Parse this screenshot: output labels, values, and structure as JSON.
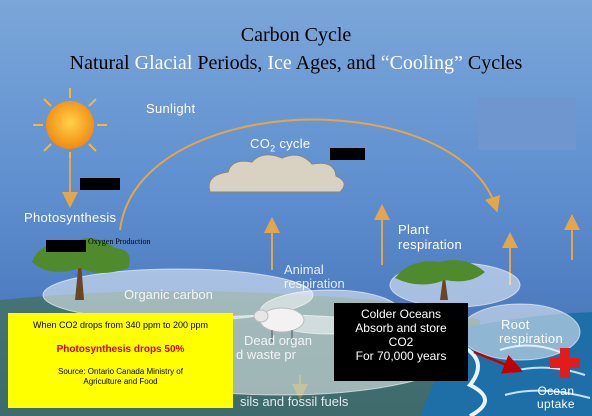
{
  "title": {
    "line1": "Carbon Cycle",
    "line2": [
      {
        "text": "Natural ",
        "highlight": false
      },
      {
        "text": "Glacial",
        "highlight": true
      },
      {
        "text": " Periods, ",
        "highlight": false
      },
      {
        "text": "Ice",
        "highlight": true
      },
      {
        "text": " Ages, and ",
        "highlight": false
      },
      {
        "text": "“Cooling”",
        "highlight": true
      },
      {
        "text": " Cycles",
        "highlight": false
      }
    ]
  },
  "labels": {
    "sunlight": "Sunlight",
    "co2_cycle": "CO",
    "co2_sub": "2",
    "co2_rest": " cycle",
    "photosynthesis": "Photosynthesis",
    "oxygen_production": "Oxygen Production",
    "plant_respiration_1": "Plant",
    "plant_respiration_2": "respiration",
    "animal_respiration_1": "Animal",
    "animal_respiration_2": "respiration",
    "organic_carbon": "Organic  carbon",
    "dead_organisms_1": "Dead  organ",
    "dead_organisms_2": "d  waste  pr",
    "fossil_fuels": "sils  and  fossil  fuels",
    "root_respiration_1": "Root",
    "root_respiration_2": "respiration",
    "ocean_uptake_1": "Ocean",
    "ocean_uptake_2": "uptake"
  },
  "yellow_box": {
    "line1": "When CO2 drops from 340 ppm to 200 ppm",
    "line2": "Photosynthesis drops 50%",
    "line3a": "Source: Ontario Canada Ministry of",
    "line3b": "Agriculture and Food"
  },
  "black_box": {
    "line1": "Colder Oceans",
    "line2": "Absorb and store",
    "line3": "CO2",
    "line4": "For 70,000 years"
  },
  "colors": {
    "arrow": "#e3a64a",
    "sun": "#f7a21b",
    "cloud": "#d9d2c2",
    "callout_red": "#d00000",
    "yellow_box": "#ffff00",
    "cross": "#e31b1b"
  }
}
